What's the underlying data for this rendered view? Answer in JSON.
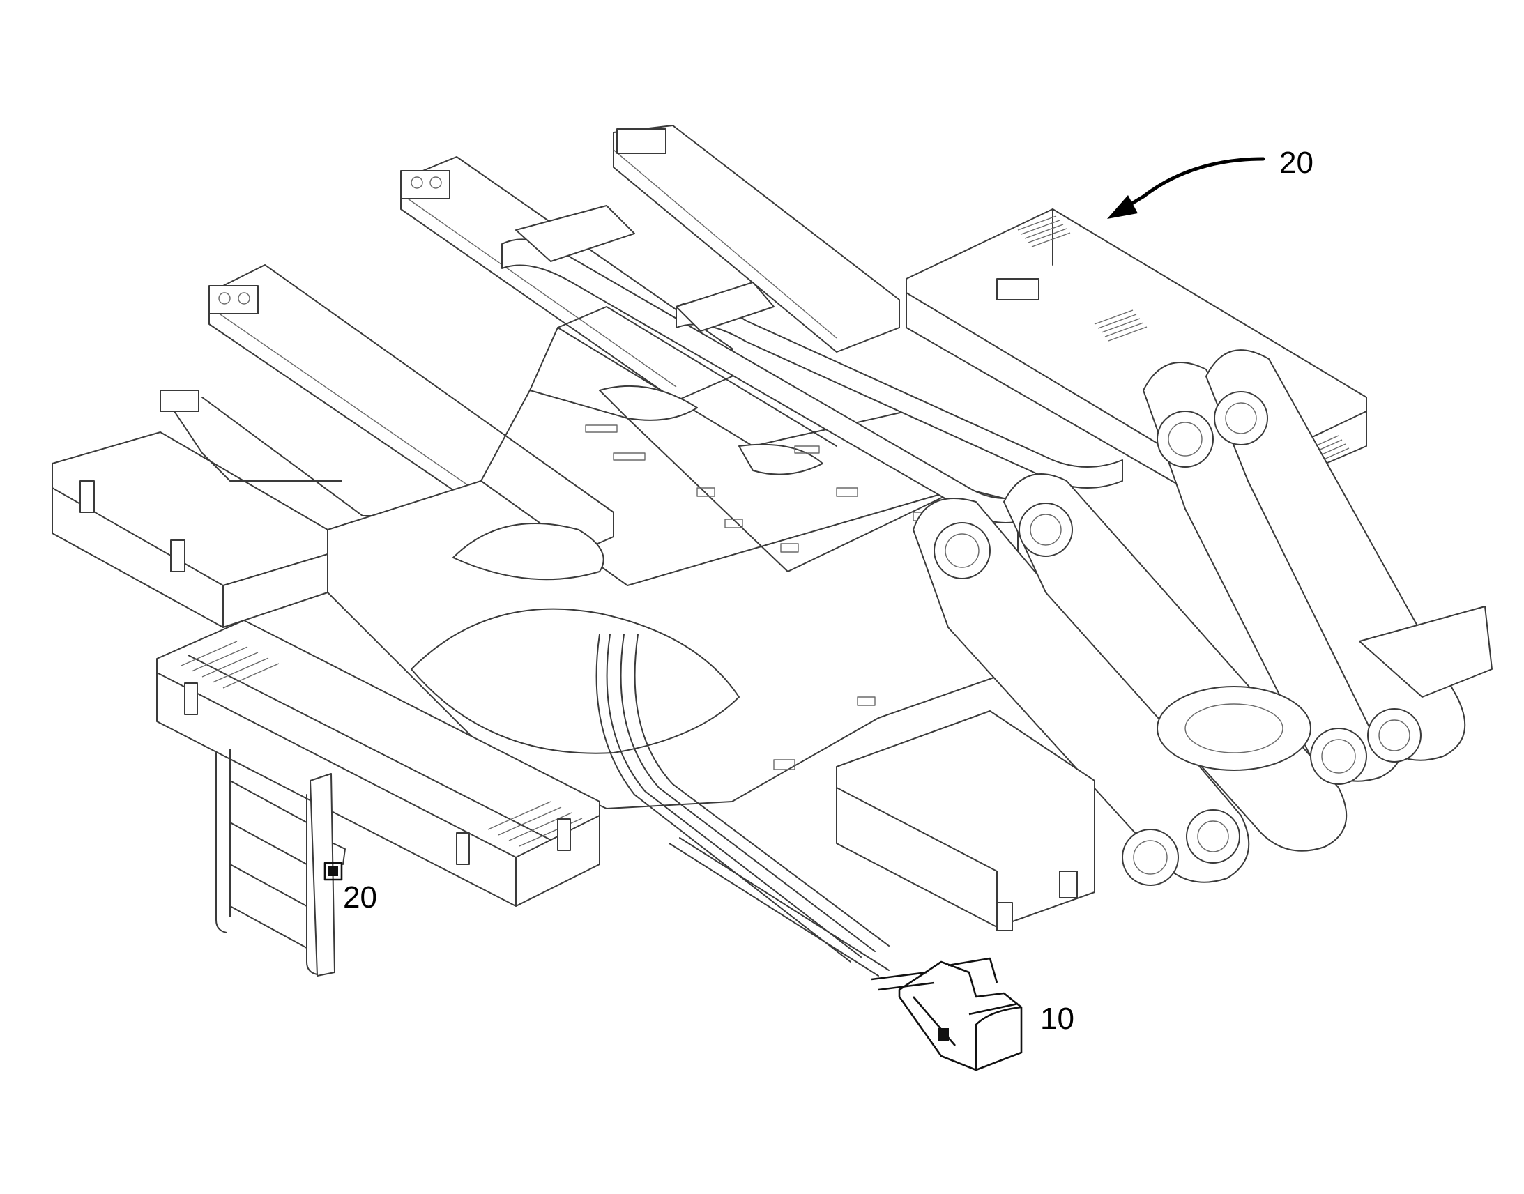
{
  "figure": {
    "labels": {
      "top_right": "20",
      "ladder": "20",
      "bottom_box": "10"
    }
  }
}
